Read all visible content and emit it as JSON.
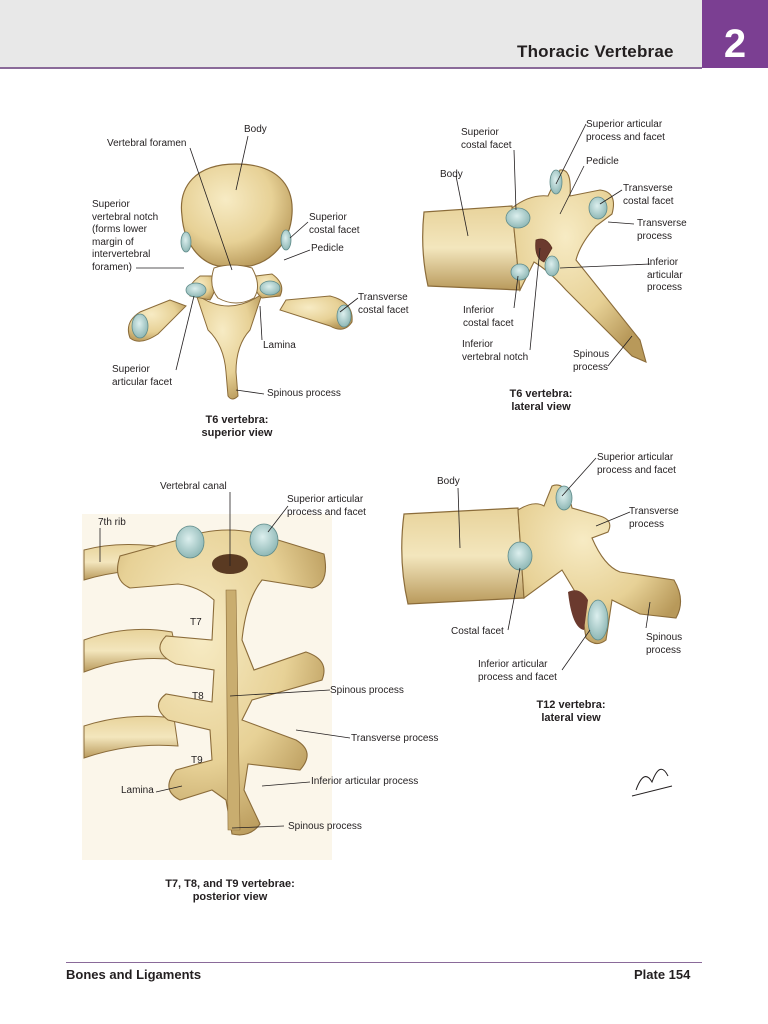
{
  "header": {
    "title": "Thoracic Vertebrae",
    "chapter": "2"
  },
  "figures": {
    "t6_superior": {
      "caption": "T6 vertebra:\nsuperior view",
      "labels": {
        "body": "Body",
        "vertebral_foramen": "Vertebral foramen",
        "superior_vertebral_notch": "Superior\nvertebral notch\n(forms lower\nmargin of\nintervertebral\nforamen)",
        "superior_costal_facet": "Superior\ncostal facet",
        "pedicle": "Pedicle",
        "transverse_costal_facet": "Transverse\ncostal facet",
        "lamina": "Lamina",
        "superior_articular_facet": "Superior\narticular facet",
        "spinous_process": "Spinous process"
      }
    },
    "t6_lateral": {
      "caption": "T6 vertebra:\nlateral view",
      "labels": {
        "superior_articular_process": "Superior articular\nprocess and facet",
        "superior_costal_facet": "Superior\ncostal facet",
        "pedicle": "Pedicle",
        "body": "Body",
        "transverse_costal_facet": "Transverse\ncostal facet",
        "transverse_process": "Transverse\nprocess",
        "inferior_articular_process": "Inferior\narticular\nprocess",
        "inferior_costal_facet": "Inferior\ncostal facet",
        "inferior_vertebral_notch": "Inferior\nvertebral notch",
        "spinous_process": "Spinous\nprocess"
      }
    },
    "t789_posterior": {
      "caption": "T7, T8, and T9 vertebrae:\nposterior view",
      "labels": {
        "vertebral_canal": "Vertebral canal",
        "superior_articular_process": "Superior articular\nprocess and facet",
        "rib7": "7th rib",
        "t7": "T7",
        "t8": "T8",
        "t9": "T9",
        "spinous_process_1": "Spinous process",
        "transverse_process": "Transverse process",
        "inferior_articular_process": "Inferior articular process",
        "lamina": "Lamina",
        "spinous_process_2": "Spinous process"
      }
    },
    "t12_lateral": {
      "caption": "T12 vertebra:\nlateral view",
      "labels": {
        "superior_articular_process": "Superior articular\nprocess and facet",
        "body": "Body",
        "transverse_process": "Transverse\nprocess",
        "costal_facet": "Costal facet",
        "spinous_process": "Spinous\nprocess",
        "inferior_articular_process": "Inferior articular\nprocess and facet"
      }
    }
  },
  "footer": {
    "section": "Bones and Ligaments",
    "plate": "Plate 154"
  }
}
